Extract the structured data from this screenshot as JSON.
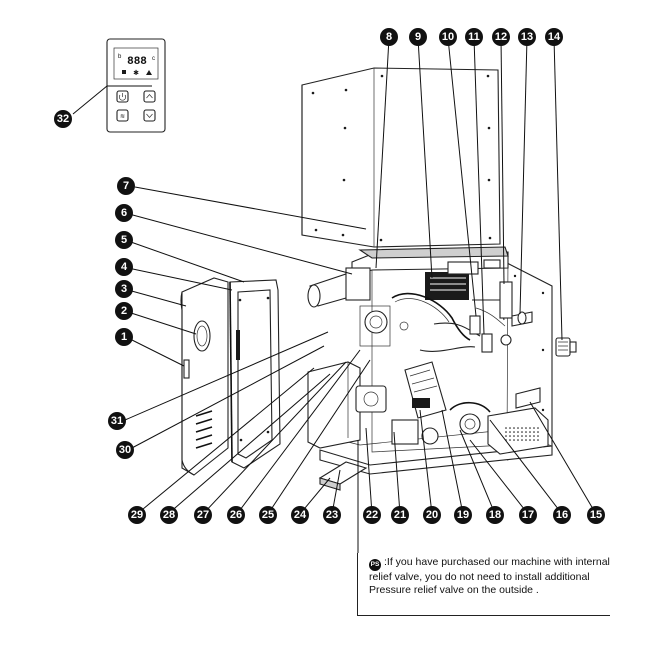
{
  "panel": {
    "display": "888",
    "superscript": "b",
    "unit": "c"
  },
  "note": {
    "badge": "PS",
    "text": ":If you have purchased our machine with internal relief valve, you do not need to install additional Pressure relief valve on the outside ."
  },
  "callouts": [
    {
      "id": "c32",
      "label": "32"
    },
    {
      "id": "c7",
      "label": "7"
    },
    {
      "id": "c6",
      "label": "6"
    },
    {
      "id": "c5",
      "label": "5"
    },
    {
      "id": "c4",
      "label": "4"
    },
    {
      "id": "c3",
      "label": "3"
    },
    {
      "id": "c2",
      "label": "2"
    },
    {
      "id": "c1",
      "label": "1"
    },
    {
      "id": "c31",
      "label": "31"
    },
    {
      "id": "c30",
      "label": "30"
    },
    {
      "id": "c8",
      "label": "8"
    },
    {
      "id": "c9",
      "label": "9"
    },
    {
      "id": "c10",
      "label": "10"
    },
    {
      "id": "c11",
      "label": "11"
    },
    {
      "id": "c12",
      "label": "12"
    },
    {
      "id": "c13",
      "label": "13"
    },
    {
      "id": "c14",
      "label": "14"
    },
    {
      "id": "c29",
      "label": "29"
    },
    {
      "id": "c28",
      "label": "28"
    },
    {
      "id": "c27",
      "label": "27"
    },
    {
      "id": "c26",
      "label": "26"
    },
    {
      "id": "c25",
      "label": "25"
    },
    {
      "id": "c24",
      "label": "24"
    },
    {
      "id": "c23",
      "label": "23"
    },
    {
      "id": "c22",
      "label": "22"
    },
    {
      "id": "c21",
      "label": "21"
    },
    {
      "id": "c20",
      "label": "20"
    },
    {
      "id": "c19",
      "label": "19"
    },
    {
      "id": "c18",
      "label": "18"
    },
    {
      "id": "c17",
      "label": "17"
    },
    {
      "id": "c16",
      "label": "16"
    },
    {
      "id": "c15",
      "label": "15"
    }
  ]
}
